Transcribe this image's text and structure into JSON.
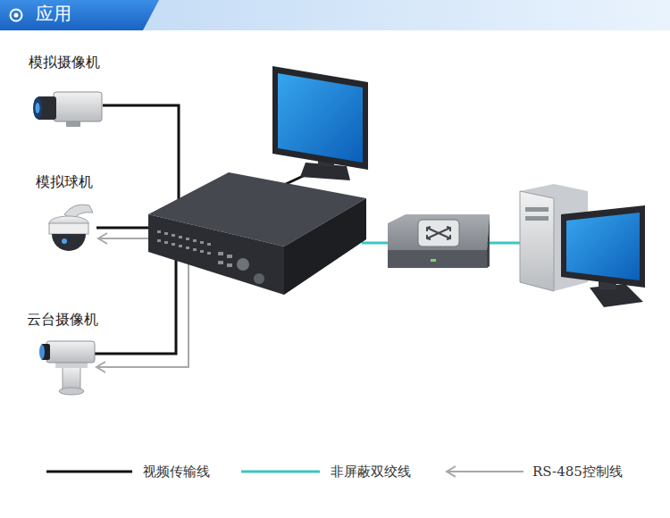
{
  "diagram": {
    "title": "应用",
    "labels": [
      "模拟摄像机",
      "模拟球机",
      "云台摄像机"
    ],
    "legend": [
      {
        "text": "视频传输线"
      },
      {
        "text": "非屏蔽双绞线"
      },
      {
        "text": "RS-485控制线"
      }
    ]
  }
}
